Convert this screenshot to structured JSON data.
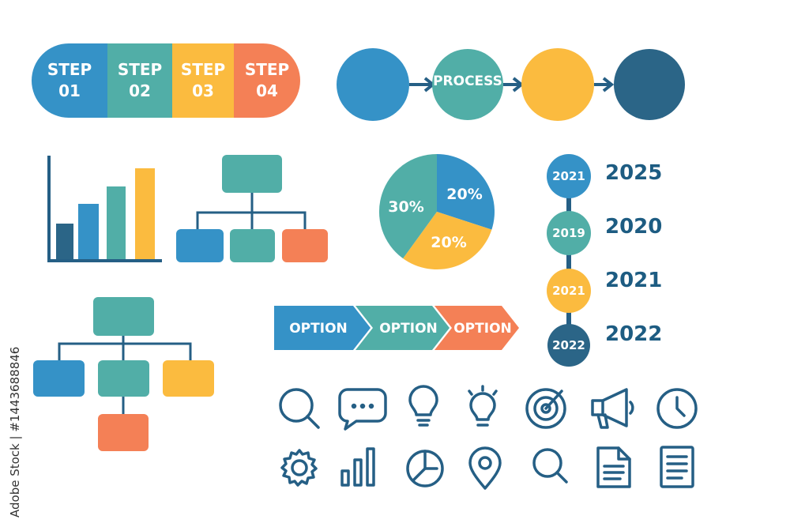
{
  "colors": {
    "blue": "#3592c7",
    "teal": "#51aea7",
    "yellow": "#fbbb3f",
    "orange": "#f48056",
    "navy": "#2b6587",
    "outline": "#255f85"
  },
  "steps": [
    {
      "word": "STEP",
      "num": "01"
    },
    {
      "word": "STEP",
      "num": "02"
    },
    {
      "word": "STEP",
      "num": "03"
    },
    {
      "word": "STEP",
      "num": "04"
    }
  ],
  "process": {
    "label": "PROCESS"
  },
  "pie": {
    "labels": [
      "20%",
      "20%",
      "30%"
    ]
  },
  "timeline": [
    {
      "badge": "2021",
      "year": "2025"
    },
    {
      "badge": "2019",
      "year": "2020"
    },
    {
      "badge": "2021",
      "year": "2021"
    },
    {
      "badge": "2022",
      "year": "2022"
    }
  ],
  "options": [
    "OPTION",
    "OPTION",
    "OPTION"
  ],
  "watermark": "Adobe Stock | #1443688846",
  "icons": [
    "search-icon",
    "chat-bubble-icon",
    "lightbulb-icon",
    "lightbulb-idea-icon",
    "target-icon",
    "megaphone-icon",
    "clock-icon",
    "gear-icon",
    "bar-chart-icon",
    "timer-icon",
    "location-pin-icon",
    "search-icon",
    "document-icon",
    "checklist-icon"
  ]
}
